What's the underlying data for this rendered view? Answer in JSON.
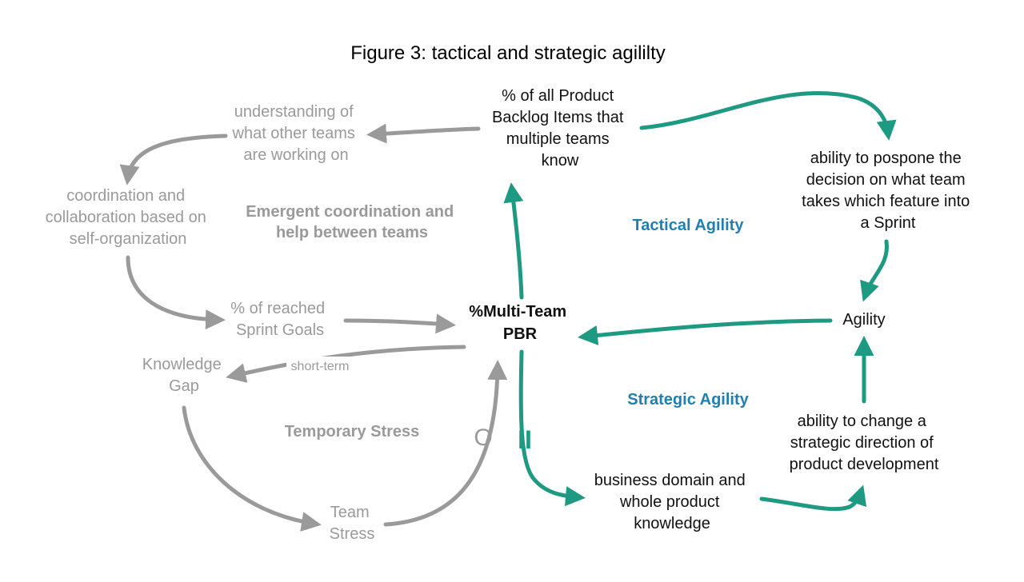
{
  "title": "Figure 3: tactical and strategic agililty",
  "nodes": {
    "pbi_known": [
      "% of all Product",
      "Backlog Items that",
      "multiple teams",
      "know"
    ],
    "understanding": [
      "understanding of",
      "what other teams",
      "are working on"
    ],
    "coordination": [
      "coordination and",
      "collaboration based on",
      "self-organization"
    ],
    "sprint_goals": [
      "% of reached",
      "Sprint Goals"
    ],
    "multi_team_pbr": [
      "%Multi-Team",
      "PBR"
    ],
    "knowledge_gap": [
      "Knowledge",
      "Gap"
    ],
    "team_stress": [
      "Team",
      "Stress"
    ],
    "postpone": [
      "ability to pospone the",
      "decision on what team",
      "takes which feature into",
      "a Sprint"
    ],
    "agility": [
      "Agility"
    ],
    "strategic_direction": [
      "ability to change a",
      "strategic direction of",
      "product development"
    ],
    "business_domain": [
      "business domain and",
      "whole product",
      "knowledge"
    ]
  },
  "labels": {
    "emergent": [
      "Emergent coordination and",
      "help between teams"
    ],
    "temporary_stress": "Temporary Stress",
    "tactical_agility": "Tactical Agility",
    "strategic_agility": "Strategic Agility",
    "short_term": "short-term",
    "o_mark": "O",
    "ii_mark": "II"
  },
  "colors": {
    "teal": "#1e9a82",
    "grey": "#9a9a9a",
    "blue": "#1f7fb3",
    "black": "#111111"
  }
}
